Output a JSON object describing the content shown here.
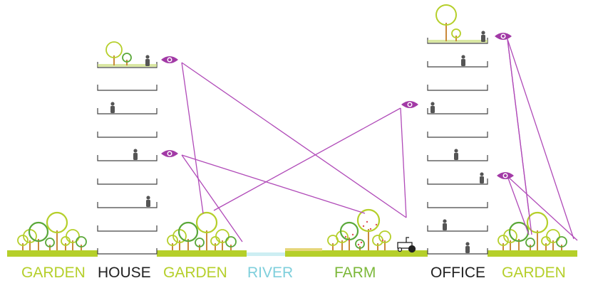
{
  "labels": {
    "garden_left": "GARDEN",
    "house": "HOUSE",
    "garden_mid": "GARDEN",
    "river": "RIVER",
    "farm": "FARM",
    "office": "OFFICE",
    "garden_right": "GARDEN"
  },
  "colors": {
    "garden": "#b5cf2a",
    "dark_green": "#5aa83a",
    "trunk": "#c9893a",
    "river": "#7fcfdc",
    "farm": "#7cb83a",
    "sightline": "#b04ab8",
    "structure": "#333333"
  }
}
